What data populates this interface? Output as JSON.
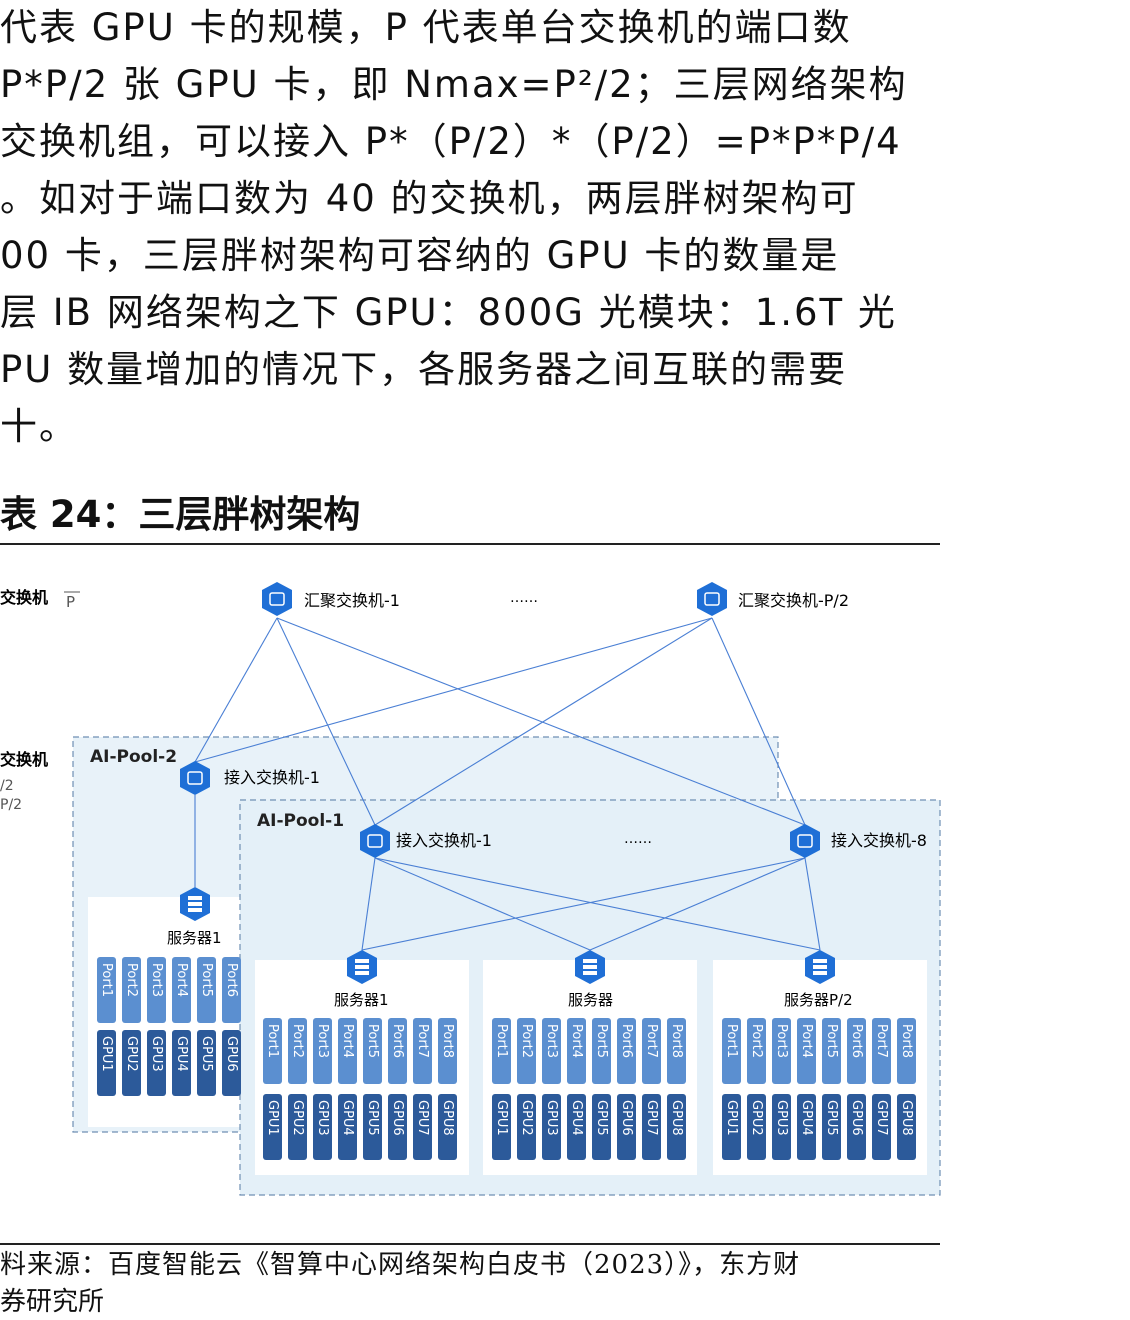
{
  "paragraph": {
    "lines": [
      "代表 GPU 卡的规模，P 代表单台交换机的端口数",
      "P*P/2 张 GPU 卡，即 Nmax=P²/2；三层网络架构",
      "交换机组，可以接入 P*（P/2）*（P/2）=P*P*P/4",
      "。如对于端口数为 40 的交换机，两层胖树架构可",
      "00 卡，三层胖树架构可容纳的 GPU 卡的数量是",
      "层 IB 网络架构之下 GPU：800G 光模块：1.6T 光",
      "PU 数量增加的情况下，各服务器之间互联的需要",
      "十。"
    ]
  },
  "figure_title": "表 24：三层胖树架构",
  "diagram": {
    "left_label_top": "交换机",
    "left_label_top_sub": "P",
    "left_label_mid": "交换机",
    "left_frac_1": "/2",
    "left_frac_2": "P/2",
    "agg_switch_1": "汇聚交换机-1",
    "agg_ellipsis": "……",
    "agg_switch_p2": "汇聚交换机-P/2",
    "pool2_title": "AI-Pool-2",
    "pool2_access": "接入交换机-1",
    "pool2_server": "服务器1",
    "pool1_title": "AI-Pool-1",
    "pool1_access_1": "接入交换机-1",
    "pool1_access_ellipsis": "……",
    "pool1_access_8": "接入交换机-8",
    "server_a": "服务器1",
    "server_b": "服务器",
    "server_c": "服务器P/2",
    "ports": [
      "Port1",
      "Port2",
      "Port3",
      "Port4",
      "Port5",
      "Port6",
      "Port7",
      "Port8"
    ],
    "gpus": [
      "GPU1",
      "GPU2",
      "GPU3",
      "GPU4",
      "GPU5",
      "GPU6",
      "GPU7",
      "GPU8"
    ],
    "colors": {
      "line": "#4a7fd4",
      "node": "#1f6fd6",
      "pool_bg": "#e6f1f8",
      "port": "#5b8fd0",
      "gpu": "#2c5a9a"
    }
  },
  "source_line": "料来源：百度智能云《智算中心网络架构白皮书（2023）》，东方财",
  "source_line2": "券研究所"
}
